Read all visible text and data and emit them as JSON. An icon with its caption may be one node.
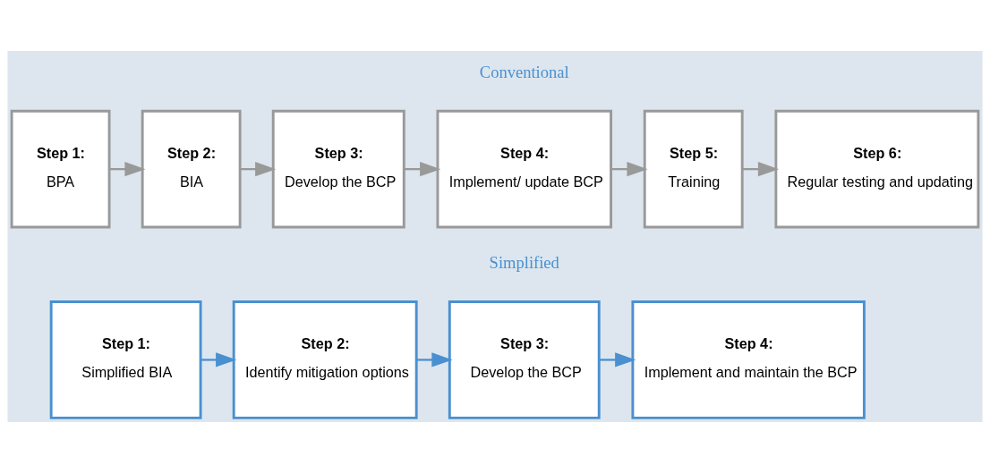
{
  "diagram": {
    "nodes": [
      {
        "text": [
          "Step 1:",
          "BPA"
        ]
      },
      {
        "text": [
          "Step 2:",
          "BIA"
        ]
      },
      {
        "text": [
          "Step 3:",
          "Develop the BCP"
        ]
      },
      {
        "text": [
          "Step 4:",
          "Implement/ update BCP"
        ]
      },
      {
        "text": [
          "Step 5:",
          "Training"
        ]
      },
      {
        "text": [
          "Step 6:",
          "Regular testing and updating"
        ]
      },
      {
        "text": [
          "Step 1:",
          "Simplified BIA"
        ]
      },
      {
        "text": [
          "Step 2:",
          "Identify mitigation options"
        ]
      },
      {
        "text": [
          "Step 3:",
          "Develop the BCP"
        ]
      },
      {
        "text": [
          "Step 4:",
          "Implement and maintain the BCP"
        ]
      }
    ],
    "edges": [
      {
        "from": 0,
        "to": 1,
        "arrow": "to"
      },
      {
        "from": 1,
        "to": 2,
        "arrow": "to"
      },
      {
        "from": 2,
        "to": 3,
        "arrow": "to"
      },
      {
        "from": 3,
        "to": 4,
        "arrow": "to"
      },
      {
        "from": 4,
        "to": 5,
        "arrow": "to"
      },
      {
        "from": 6,
        "to": 7,
        "arrow": "to",
        "color": "#4a90d0"
      },
      {
        "from": 7,
        "to": 8,
        "arrow": "to",
        "color": "#4a90d0"
      },
      {
        "from": 8,
        "to": 9,
        "arrow": "to",
        "color": "#4a90d0"
      }
    ],
    "labels": [
      "Conventional",
      "Simplified"
    ]
  }
}
